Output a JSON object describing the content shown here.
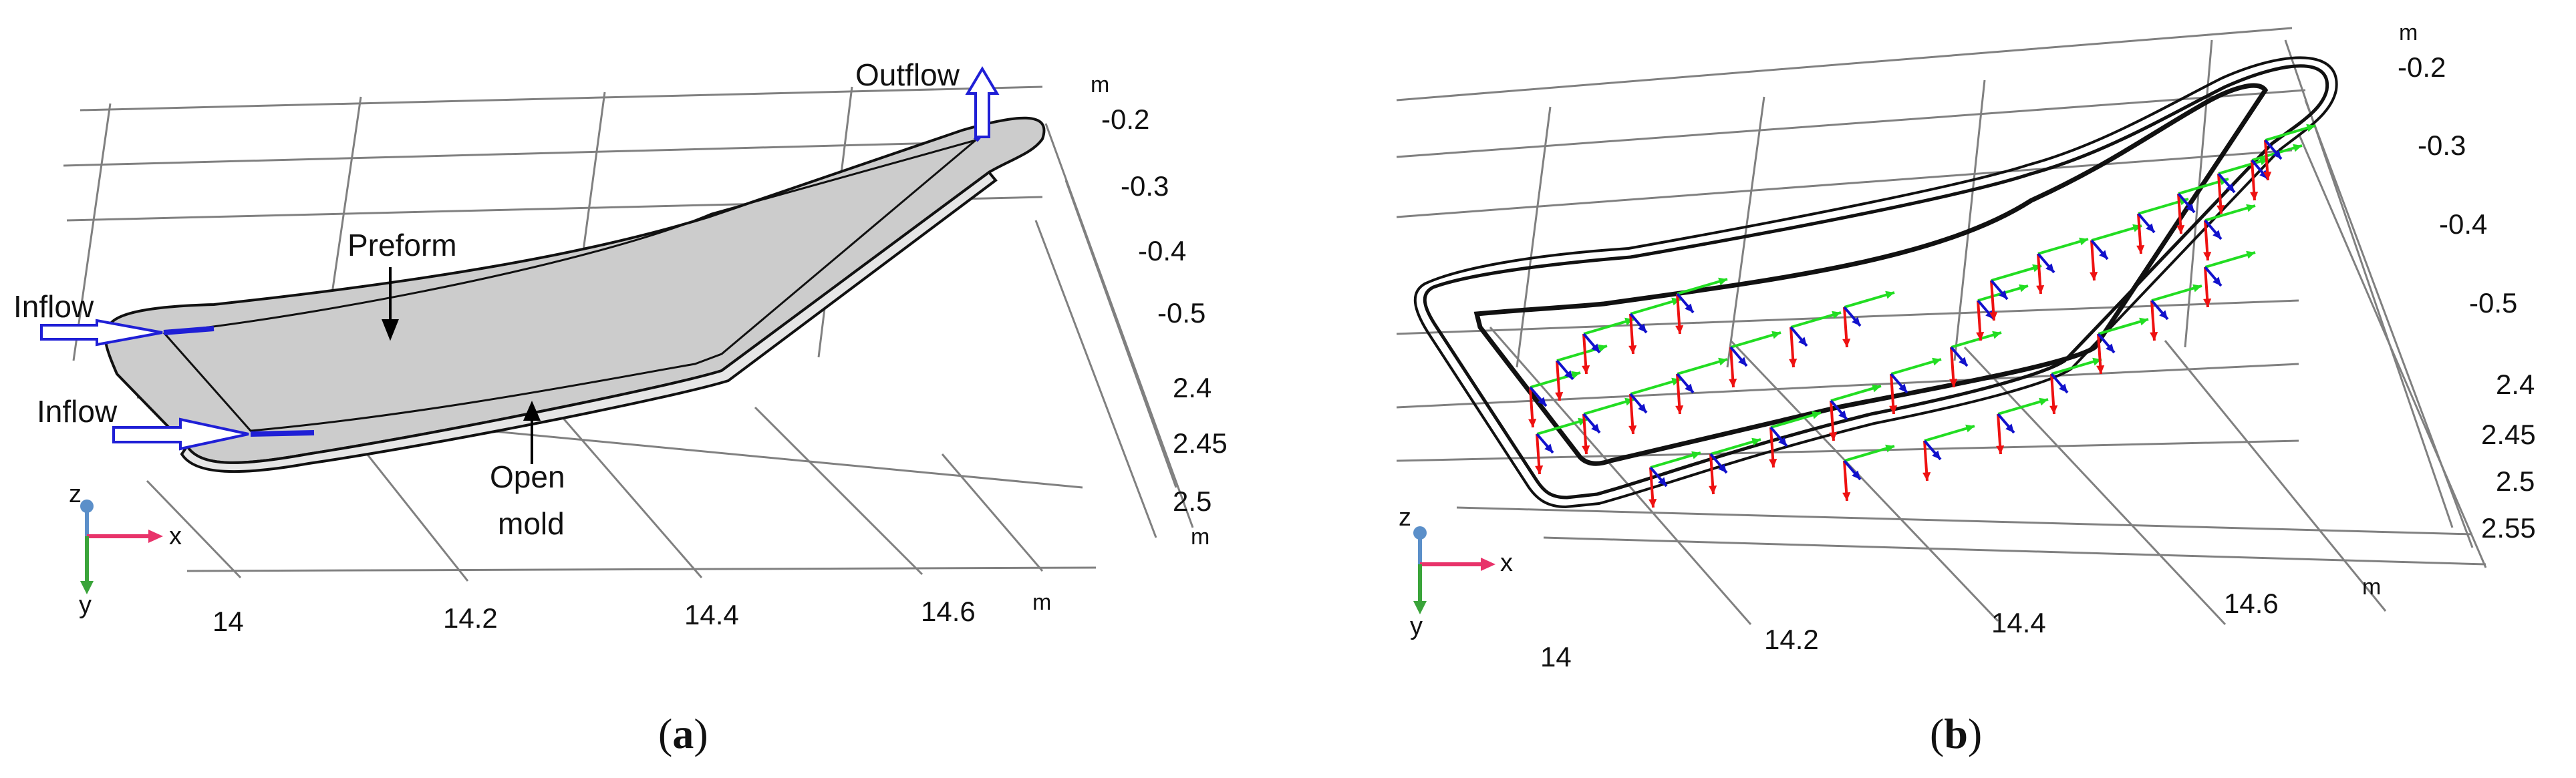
{
  "panel_a": {
    "labels": {
      "outflow": "Outflow",
      "preform": "Preform",
      "inflow_top": "Inflow",
      "inflow_bottom": "Inflow",
      "open": "Open",
      "mold": "mold"
    },
    "axis_ticks": {
      "z": [
        "-0.2",
        "-0.3",
        "-0.4",
        "-0.5"
      ],
      "y": [
        "2.4",
        "2.45",
        "2.5"
      ],
      "x": [
        "14",
        "14.2",
        "14.4",
        "14.6"
      ]
    },
    "units": {
      "top": "m",
      "right": "m",
      "bottom": "m"
    },
    "triad": {
      "z": "z",
      "x": "x",
      "y": "y"
    },
    "caption_letter": "a"
  },
  "panel_b": {
    "axis_ticks": {
      "z": [
        "-0.2",
        "-0.3",
        "-0.4",
        "-0.5"
      ],
      "y": [
        "2.4",
        "2.45",
        "2.5",
        "2.55"
      ],
      "x": [
        "14",
        "14.2",
        "14.4",
        "14.6"
      ]
    },
    "units": {
      "top": "m",
      "right": "m"
    },
    "triad": {
      "z": "z",
      "x": "x",
      "y": "y"
    },
    "caption_letter": "b"
  },
  "colors": {
    "grid": "#808080",
    "preform_fill": "#cccccc",
    "inflow_blue": "#1f1fd6",
    "arrow_green": "#22dd22",
    "arrow_red": "#ee1111",
    "arrow_blue": "#1111cc",
    "triad_z": "#5b8fc9",
    "triad_x": "#e8336a",
    "triad_y": "#3aa43a"
  }
}
